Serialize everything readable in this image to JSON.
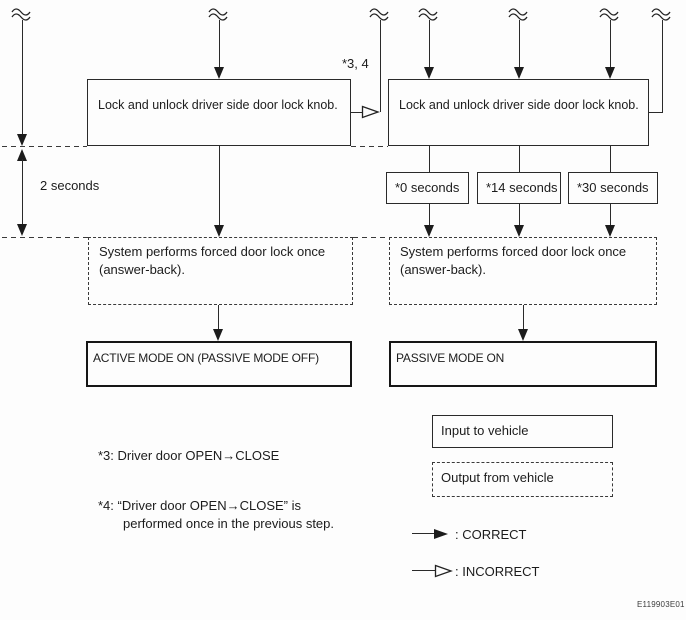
{
  "diagram": {
    "left_flow": {
      "input_box": "Lock and unlock driver side door lock knob.",
      "delay_label": "2 seconds",
      "output_box_line1": "System performs forced door lock once",
      "output_box_line2": "(answer-back).",
      "result_box": "ACTIVE MODE ON (PASSIVE MODE OFF)"
    },
    "right_flow": {
      "branch_ref_label": "*3, 4",
      "input_box": "Lock and unlock driver side door lock knob.",
      "timing_boxes": [
        "*0 seconds",
        "*14 seconds",
        "*30 seconds"
      ],
      "output_box_line1": "System performs forced door lock once",
      "output_box_line2": "(answer-back).",
      "result_box": "PASSIVE MODE ON"
    },
    "notes": {
      "note3": "*3: Driver door OPEN→CLOSE",
      "note4_line1": "*4: “Driver door OPEN→CLOSE” is",
      "note4_line2": "performed once in the previous step."
    },
    "legend": {
      "input_box": "Input to vehicle",
      "output_box": "Output from vehicle",
      "correct_label": ": CORRECT",
      "incorrect_label": ": INCORRECT"
    },
    "doc_code": "E119903E01",
    "colors": {
      "line": "#1c1c1c",
      "background": "#fdfdfd"
    }
  }
}
